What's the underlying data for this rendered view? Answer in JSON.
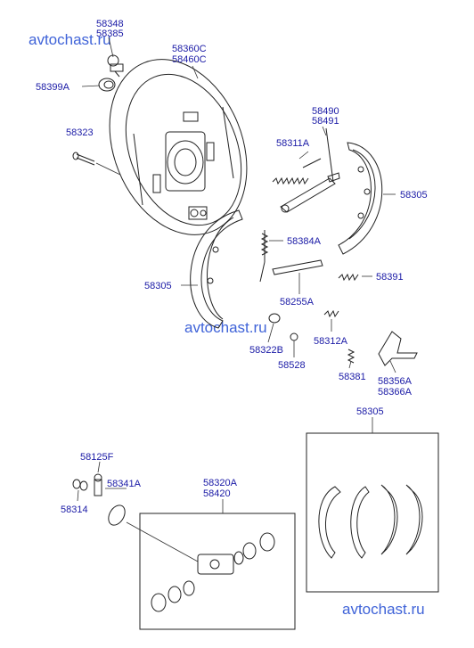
{
  "watermark": "avtochast.ru",
  "labels": {
    "p58348": "58348",
    "p58385": "58385",
    "p58360c": "58360C",
    "p58460c": "58460C",
    "p58399a": "58399A",
    "p58323": "58323",
    "p58490": "58490",
    "p58491": "58491",
    "p58311a": "58311A",
    "p58305_right": "58305",
    "p58384a": "58384A",
    "p58305_left": "58305",
    "p58391": "58391",
    "p58255a": "58255A",
    "p58312a": "58312A",
    "p58322b": "58322B",
    "p58528": "58528",
    "p58381": "58381",
    "p58356a": "58356A",
    "p58366a": "58366A",
    "p58305_kit": "58305",
    "p58125f": "58125F",
    "p58341a": "58341A",
    "p58314": "58314",
    "p58320a": "58320A",
    "p58420": "58420"
  }
}
